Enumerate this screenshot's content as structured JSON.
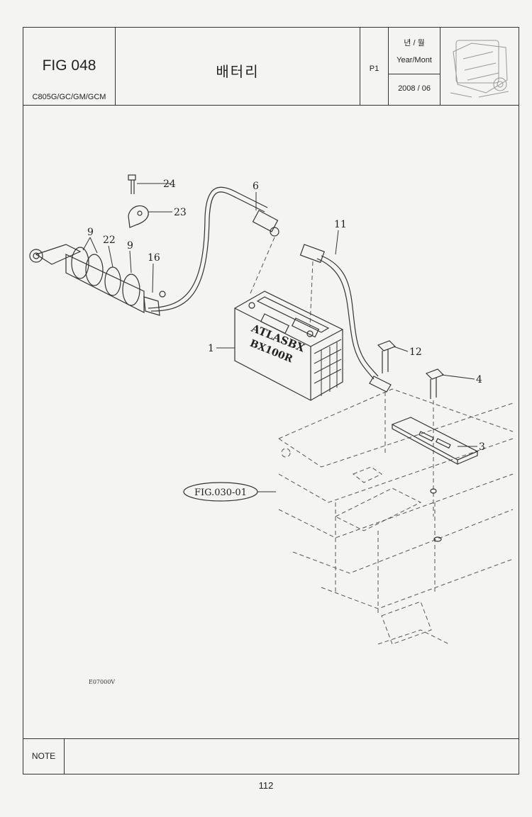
{
  "header": {
    "fig_number": "FIG 048",
    "model": "C805G/GC/GM/GCM",
    "title": "배터리",
    "page": "P1",
    "year_month_kr": "년 / 월",
    "year_month_en": "Year/Mont",
    "date": "2008 / 06"
  },
  "drawing": {
    "callouts": [
      "1",
      "3",
      "4",
      "6",
      "9",
      "9",
      "11",
      "12",
      "16",
      "22",
      "23",
      "24"
    ],
    "fig_ref": "FIG.030-01",
    "battery_brand": "ATLASBX",
    "battery_model": "BX100R",
    "drawing_code": "E07000V"
  },
  "note_label": "NOTE",
  "page_number": "112"
}
